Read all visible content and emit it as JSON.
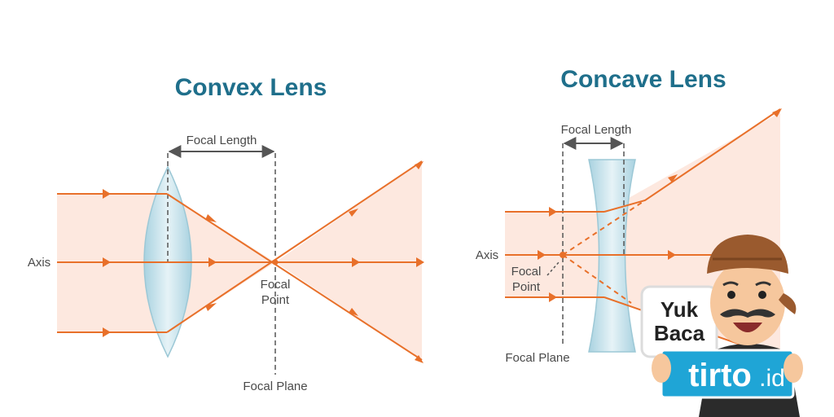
{
  "convex": {
    "title": "Convex Lens",
    "focal_length_label": "Focal Length",
    "axis_label": "Axis",
    "focal_point_label": [
      "Focal",
      "Point"
    ],
    "focal_plane_label": "Focal Plane"
  },
  "concave": {
    "title": "Concave Lens",
    "focal_length_label": "Focal Length",
    "axis_label": "Axis",
    "focal_point_label": [
      "Focal",
      "Point"
    ],
    "focal_plane_label": "Focal Plane"
  },
  "promo": {
    "headline": [
      "Yuk",
      "Baca"
    ],
    "brand": "tirto",
    "brand_suffix": ".id"
  },
  "colors": {
    "ray": "#e8702a",
    "beam_fill": "#fde8df",
    "lens_fill": "#cfe6ee",
    "lens_stroke": "#9cc8d6",
    "dim_line": "#555555",
    "title": "#1f6f8b",
    "brand_blue": "#1fa5d6"
  }
}
